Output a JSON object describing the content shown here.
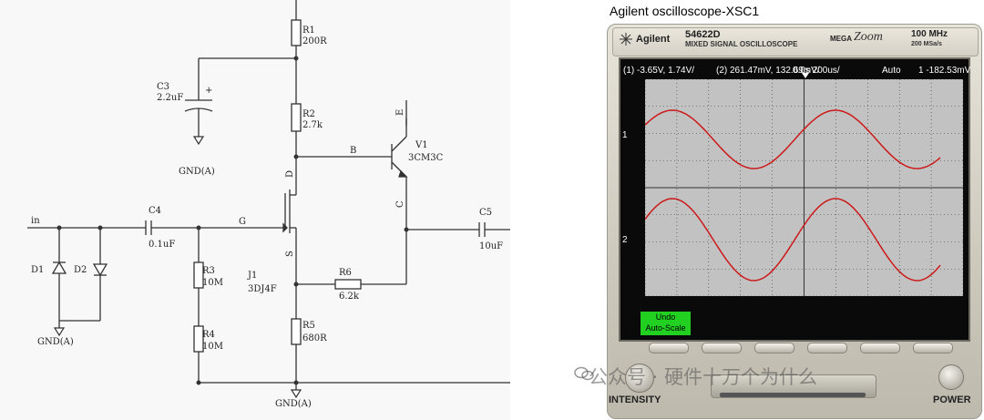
{
  "schematic": {
    "input_label": "in",
    "nodes": {
      "G": "G",
      "B": "B",
      "D": "D",
      "S": "S",
      "C": "C",
      "E": "E"
    },
    "components": {
      "R1": {
        "ref": "R1",
        "value": "200R"
      },
      "R2": {
        "ref": "R2",
        "value": "2.7k"
      },
      "R3": {
        "ref": "R3",
        "value": "10M"
      },
      "R4": {
        "ref": "R4",
        "value": "10M"
      },
      "R5": {
        "ref": "R5",
        "value": "680R"
      },
      "R6": {
        "ref": "R6",
        "value": "6.2k"
      },
      "C3": {
        "ref": "C3",
        "value": "2.2uF",
        "polarity": "+"
      },
      "C4": {
        "ref": "C4",
        "value": "0.1uF"
      },
      "C5": {
        "ref": "C5",
        "value": "10uF"
      },
      "D1": {
        "ref": "D1"
      },
      "D2": {
        "ref": "D2"
      },
      "J1": {
        "ref": "J1",
        "value": "3DJ4F"
      },
      "V1": {
        "ref": "V1",
        "value": "3CM3C"
      }
    },
    "gnd_label": "GND(A)"
  },
  "window": {
    "title": "Agilent oscilloscope-XSC1"
  },
  "scope": {
    "brand": "Agilent",
    "model": "54622D",
    "model_desc": "MIXED SIGNAL OSCILLOSCOPE",
    "mega": "MEGA",
    "zoom": "Zoom",
    "bandwidth": "100 MHz",
    "sample_rate": "200 MSa/s",
    "status": {
      "ch1": "(1) -3.65V, 1.74V/",
      "ch2": "(2) 261.47mV, 132.69mV/",
      "time": "0.0s 200us/",
      "mode": "Auto",
      "trigger": "1 -182.53mV"
    },
    "softkey": {
      "line1": "Undo",
      "line2": "Auto-Scale"
    },
    "ch1_marker": "1",
    "ch2_marker": "2",
    "intensity_label": "INTENSITY",
    "power_label": "POWER",
    "waveform_color": "#cc1a1a",
    "grid_color": "#333333"
  },
  "watermark": "公众号 · 硬件十万个为什么"
}
